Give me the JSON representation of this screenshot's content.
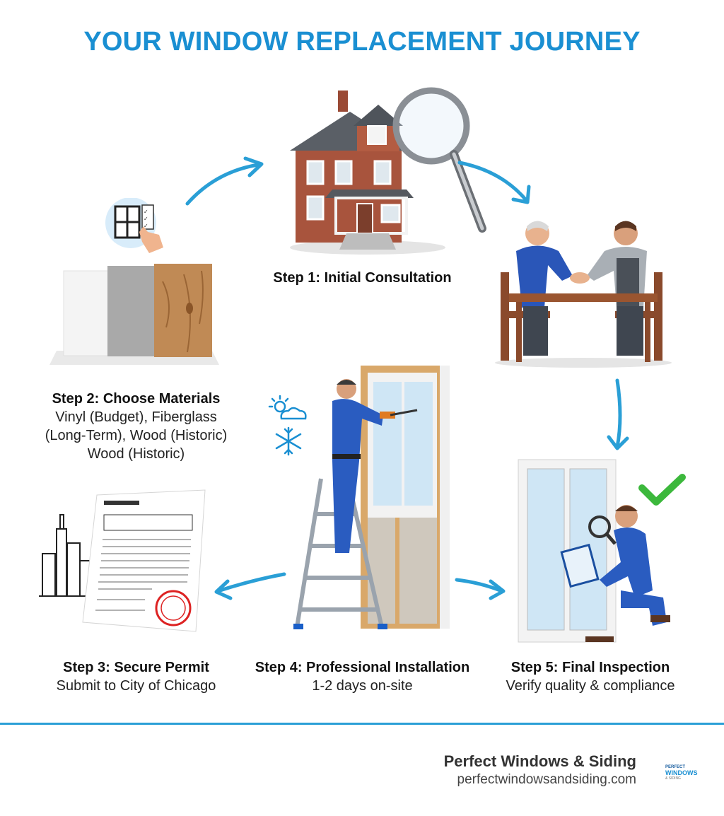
{
  "title": "YOUR WINDOW REPLACEMENT JOURNEY",
  "steps": [
    {
      "heading": "Step 1: Initial Consultation",
      "description": ""
    },
    {
      "heading": "Step 2: Choose Materials",
      "description": [
        "Vinyl (Budget), Fiberglass",
        "(Long-Term), Wood (Historic)",
        "Wood (Historic)"
      ]
    },
    {
      "heading": "Step 3: Secure Permit",
      "description": "Submit to City of Chicago"
    },
    {
      "heading": "Step 4: Professional Installation",
      "description": "1-2 days on-site"
    },
    {
      "heading": "Step 5: Final Inspection",
      "description": "Verify quality & compliance"
    }
  ],
  "footer": {
    "brand": "Perfect Windows & Siding",
    "url": "perfectwindowsandsiding.com",
    "logo": [
      "PERFECT",
      "WINDOWS",
      "& SIDING"
    ]
  },
  "icons": [
    "house-icon",
    "magnifier-icon",
    "handshake-icon",
    "material-samples-icon",
    "window-select-icon",
    "permit-document-icon",
    "city-skyline-icon",
    "installer-ladder-icon",
    "weather-icon",
    "inspector-icon",
    "checkmark-icon"
  ],
  "colors": {
    "accent": "#1a8fd2",
    "arrow": "#2a9fd6",
    "check": "#3cb83c"
  }
}
